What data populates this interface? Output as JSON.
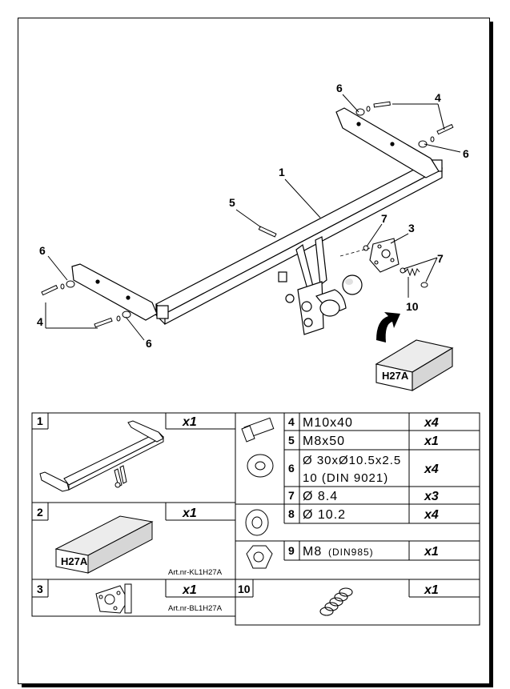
{
  "callouts": {
    "c1": "1",
    "c3": "3",
    "c4_top": "4",
    "c4_left": "4",
    "c5": "5",
    "c6_top": "6",
    "c6_right": "6",
    "c6_left": "6",
    "c6_bottom": "6",
    "c7_a": "7",
    "c7_b": "7",
    "c10": "10"
  },
  "kit_box_label": "H27A",
  "parts": [
    {
      "no": "1",
      "qty": "x1"
    },
    {
      "no": "2",
      "qty": "x1",
      "box_label": "H27A",
      "article": "Art.nr-KL1H27A"
    },
    {
      "no": "3",
      "qty": "x1",
      "article": "Art.nr-BL1H27A"
    },
    {
      "no": "4",
      "spec": "M10x40",
      "qty": "x4"
    },
    {
      "no": "5",
      "spec": "M8x50",
      "qty": "x1"
    },
    {
      "no": "6",
      "spec_line1": "Ø 30xØ10.5x2.5",
      "spec_line2": "10 (DIN 9021)",
      "qty": "x4"
    },
    {
      "no": "7",
      "spec": "Ø 8.4",
      "qty": "x3"
    },
    {
      "no": "8",
      "spec": "Ø 10.2",
      "qty": "x4"
    },
    {
      "no": "9",
      "spec": "M8",
      "spec_note": "(DIN985)",
      "qty": "x1"
    },
    {
      "no": "10",
      "qty": "x1"
    }
  ],
  "colors": {
    "line": "#000000",
    "paper": "#ffffff",
    "shade": "#e0e0e0"
  }
}
